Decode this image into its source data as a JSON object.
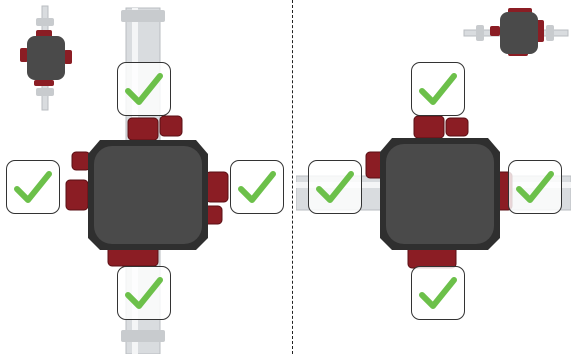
{
  "colors": {
    "check_green": "#6cc04a",
    "device_body": "#4a4a4a",
    "device_dark": "#2f2f2f",
    "connector_red": "#8b1d24",
    "pipe_gray": "#d9dcdf"
  },
  "icons": {
    "check": "check-icon"
  },
  "left_configuration": {
    "selected_sides": [
      "top",
      "left",
      "right",
      "bottom"
    ]
  },
  "right_configuration": {
    "selected_sides": [
      "top",
      "left",
      "right",
      "bottom"
    ]
  }
}
